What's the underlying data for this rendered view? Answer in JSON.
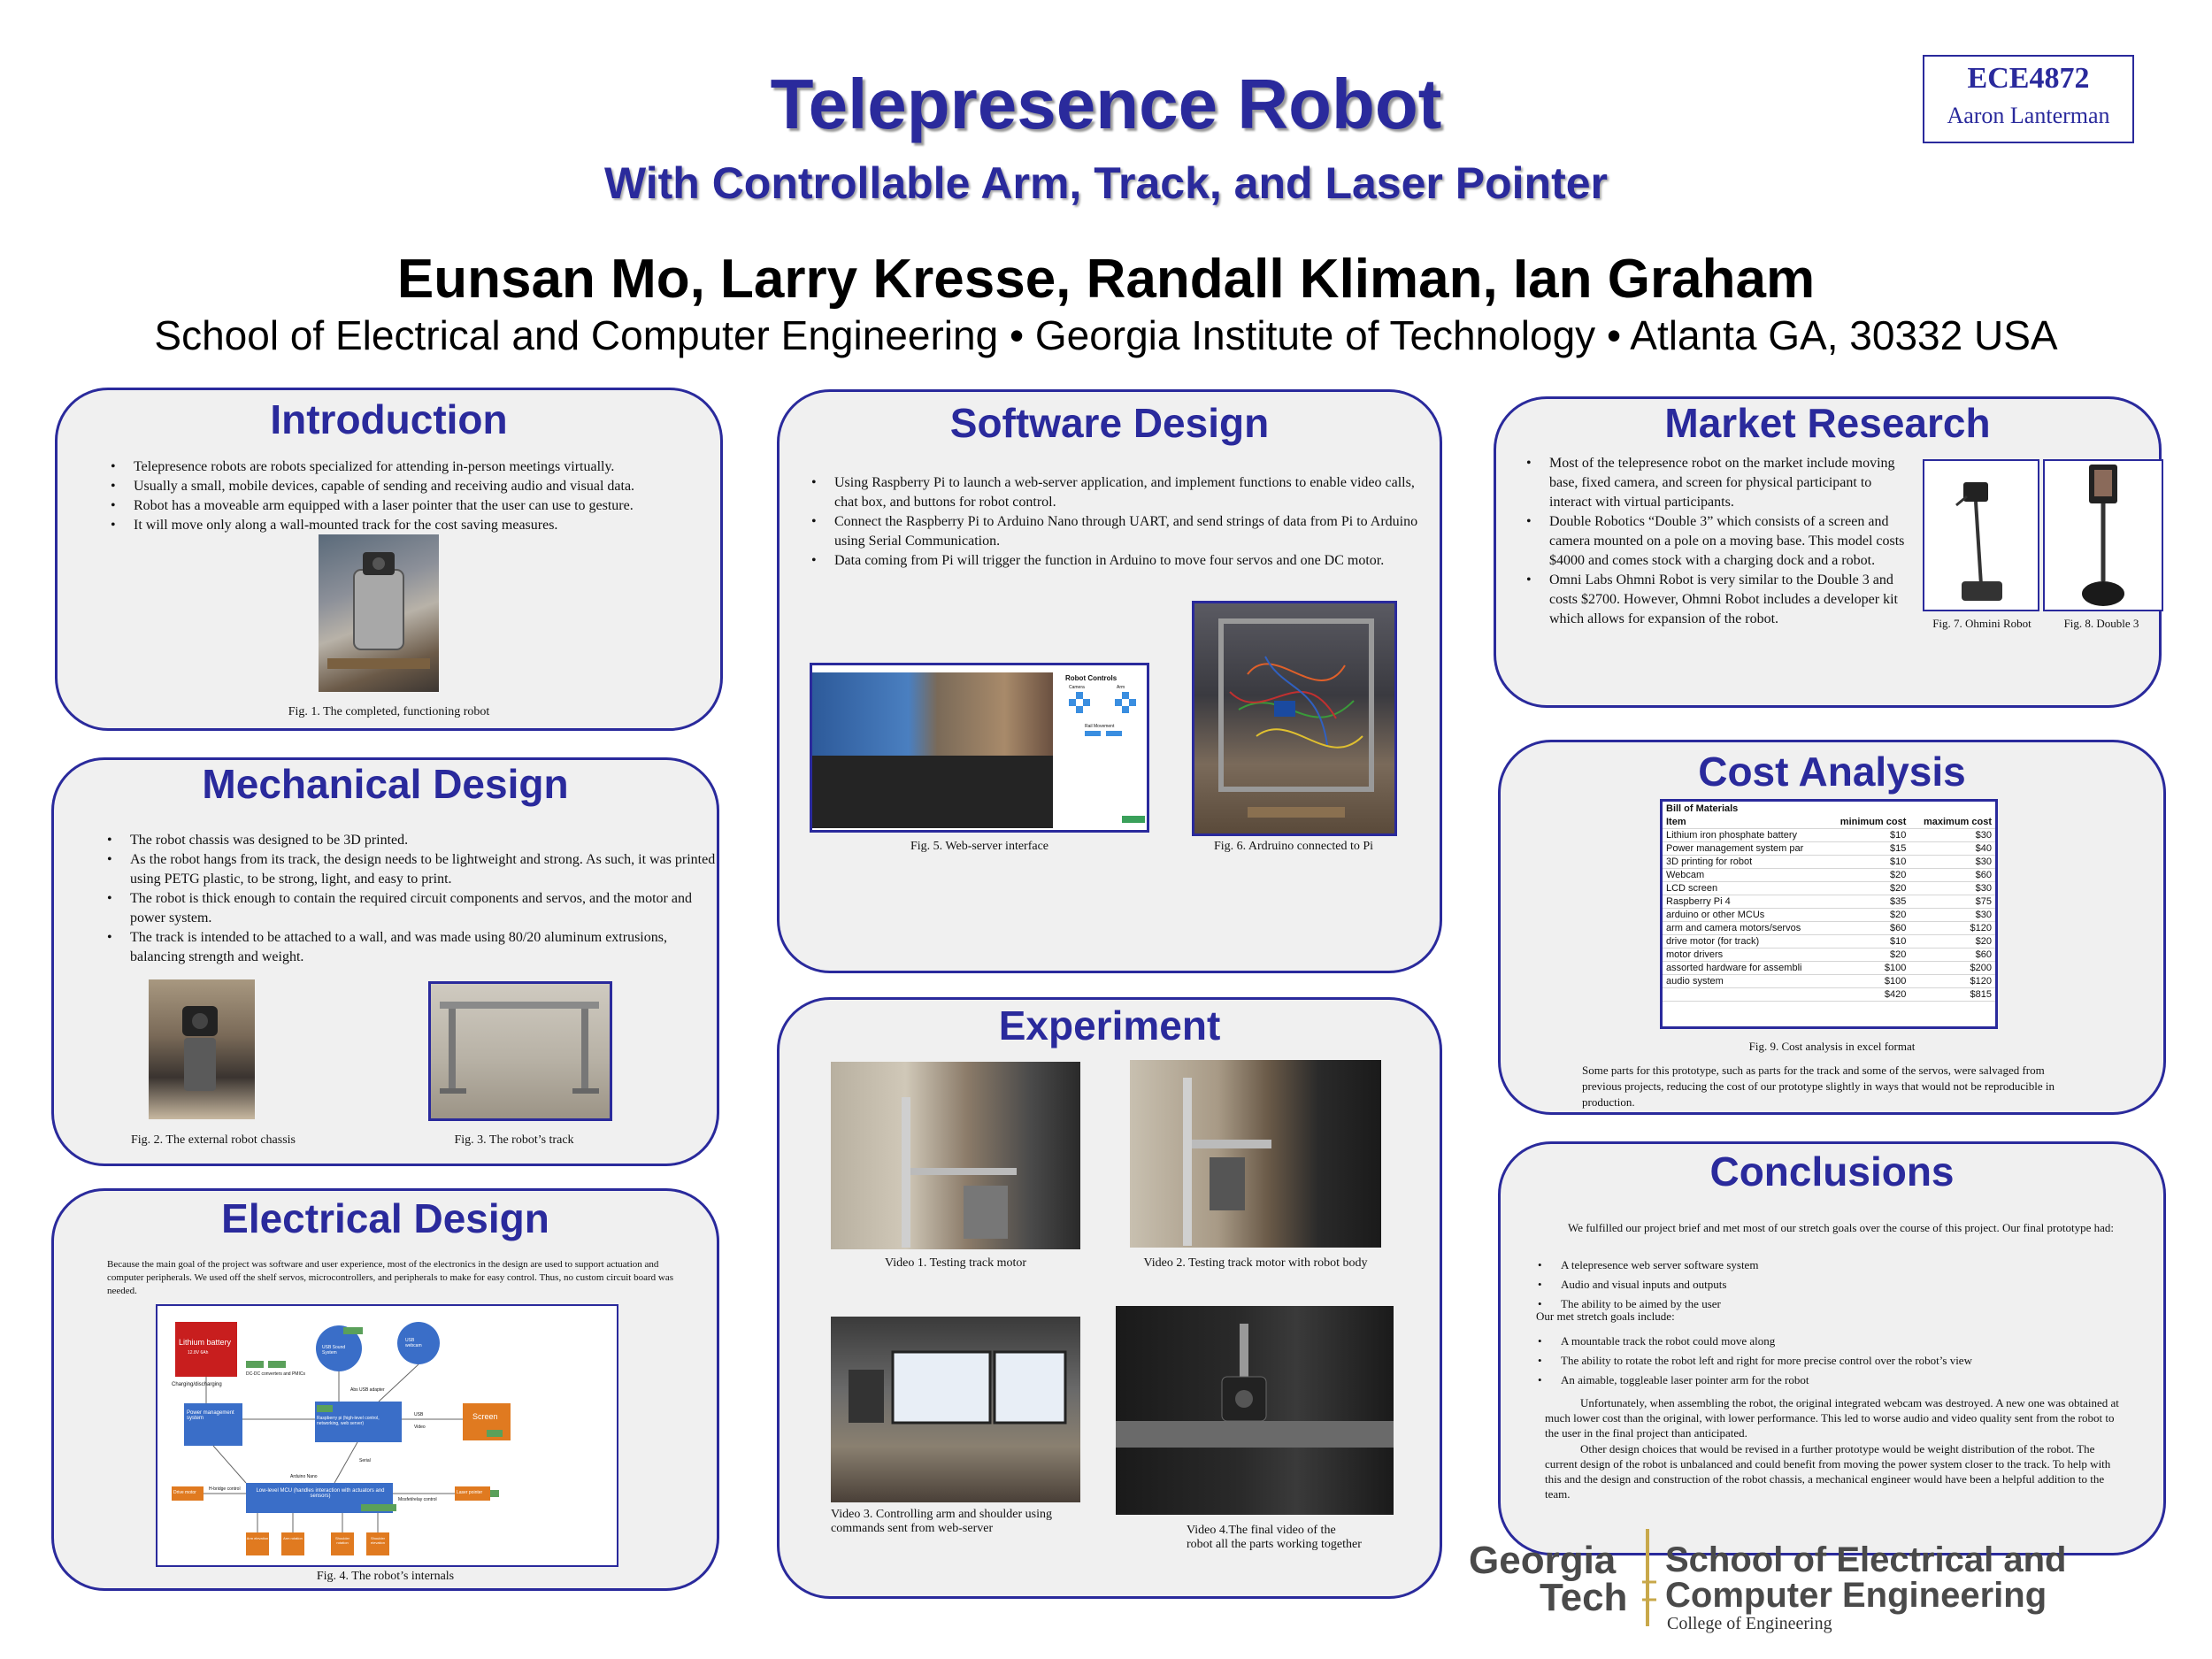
{
  "header": {
    "title": "Telepresence Robot",
    "subtitle": "With Controllable Arm, Track, and Laser Pointer",
    "authors": "Eunsan Mo, Larry Kresse, Randall Kliman, Ian Graham",
    "affiliation": "School of Electrical and Computer Engineering • Georgia Institute of Technology • Atlanta GA, 30332  USA",
    "course_code": "ECE4872",
    "course_instructor": "Aaron Lanterman"
  },
  "intro": {
    "heading": "Introduction",
    "bullets": [
      "Telepresence robots are robots specialized for attending in-person meetings virtually.",
      "Usually a small, mobile devices, capable of sending and receiving audio and visual data.",
      "Robot has a moveable arm equipped with a laser pointer that the user can use to gesture.",
      "It will move only along a wall-mounted track for the cost saving measures."
    ],
    "fig1": "Fig.  1. The completed, functioning robot"
  },
  "mech": {
    "heading": "Mechanical Design",
    "bullets": [
      "The robot chassis was designed to be 3D printed.",
      "As the robot hangs from its track, the design needs to be lightweight and strong. As such, it was printed using PETG plastic, to be strong, light, and easy to print.",
      "The robot is thick enough to contain the required circuit components and servos, and the motor and power system.",
      "The track is intended to be attached to a wall, and was made using 80/20 aluminum extrusions, balancing strength and weight."
    ],
    "fig2": "Fig.  2. The external robot chassis",
    "fig3": "Fig.  3. The robot’s track"
  },
  "elec": {
    "heading": "Electrical Design",
    "text": "Because the main goal of the project was software and user experience, most of the electronics in the design are used to support actuation and computer peripherals. We used off the shelf servos, microcontrollers, and peripherals to make for easy control. Thus, no custom circuit board was needed.",
    "fig4": "Fig.  4. The robot’s internals",
    "diagram": {
      "battery": "Lithium battery",
      "battery_sub": "12.8V 6Ah",
      "charging": "Charging/discharging",
      "dcdc": "DC-DC converters and PMICs",
      "power": "Power management system",
      "rpi": "Raspberry pi (high-level control, networking, web server)",
      "webcam": "USB webcam",
      "usb_sound": "USB Sound System",
      "adapter": "Abs USB adapter",
      "screen": "Screen",
      "usb": "USB",
      "video": "Video",
      "serial": "Serial",
      "nano": "Arduino Nano",
      "mcu": "Low-level MCU (handles interaction with actuators and sensors)",
      "drive": "Drive motor",
      "hbridge": "H-bridge control",
      "laser": "Laser pointer",
      "mosfet": "Mosfet/relay control",
      "servos": [
        "Arm elevation",
        "Arm rotation",
        "Shoulder rotation",
        "Shoulder elevation"
      ]
    }
  },
  "software": {
    "heading": "Software Design",
    "bullets": [
      "Using Raspberry Pi to launch a web-server application, and implement functions to enable video calls, chat box, and buttons for robot control.",
      "Connect the Raspberry Pi to Arduino Nano through UART, and send strings of data from Pi to Arduino using Serial Communication.",
      "Data coming from Pi will trigger the function in Arduino to move four servos and one DC motor."
    ],
    "ui_title": "Robot Controls",
    "ui_camera": "Camera",
    "ui_arm": "Arm",
    "ui_rail": "Rail Movement",
    "fig5": "Fig.  5. Web-server interface",
    "fig6": "Fig.  6. Ardruino connected to Pi"
  },
  "experiment": {
    "heading": "Experiment",
    "v1": "Video 1. Testing track motor",
    "v2": "Video 2. Testing track motor with robot body",
    "v3": "Video 3. Controlling arm and shoulder using commands sent from web-server",
    "v4": "Video 4.The final video of the robot all the parts working together"
  },
  "market": {
    "heading": "Market Research",
    "bullets": [
      "Most of the telepresence robot on the market include moving base, fixed camera, and screen for physical participant to interact with virtual participants.",
      "Double Robotics “Double 3” which consists of a screen and camera mounted on a pole on a moving base. This model costs $4000 and comes stock with a charging dock and a robot.",
      "Omni Labs Ohmni Robot is very similar to the Double 3 and costs $2700.  However, Ohmni Robot includes a developer kit which allows for expansion of the robot."
    ],
    "fig7": "Fig. 7. Ohmini Robot",
    "fig8": "Fig. 8. Double 3"
  },
  "cost": {
    "heading": "Cost Analysis",
    "table_title": "Bill of Materials",
    "headers": [
      "Item",
      "minimum cost",
      "maximum cost"
    ],
    "rows": [
      [
        "Lithium iron phosphate battery",
        "$10",
        "$30"
      ],
      [
        "Power management system par",
        "$15",
        "$40"
      ],
      [
        "3D printing for robot",
        "$10",
        "$30"
      ],
      [
        "Webcam",
        "$20",
        "$60"
      ],
      [
        "LCD screen",
        "$20",
        "$30"
      ],
      [
        "Raspberry Pi 4",
        "$35",
        "$75"
      ],
      [
        "arduino or other MCUs",
        "$20",
        "$30"
      ],
      [
        "arm and camera motors/servos",
        "$60",
        "$120"
      ],
      [
        "drive motor (for track)",
        "$10",
        "$20"
      ],
      [
        "motor drivers",
        "$20",
        "$60"
      ],
      [
        "assorted hardware for assembli",
        "$100",
        "$200"
      ],
      [
        "audio system",
        "$100",
        "$120"
      ],
      [
        "",
        "$420",
        "$815"
      ]
    ],
    "fig9": "Fig. 9. Cost analysis in excel format",
    "note": "Some parts for this prototype, such as parts for the track and some of the servos, were salvaged from previous projects, reducing the cost of our prototype slightly in ways that would not be reproducible in production."
  },
  "conclusions": {
    "heading": "Conclusions",
    "intro": "We fulfilled our project brief and met most of our stretch goals over the course of this project. Our final prototype had:",
    "had": [
      "A telepresence web server software system",
      "Audio and visual inputs and outputs",
      "The ability to be aimed by the user"
    ],
    "stretch_label": "Our met stretch goals include:",
    "stretch": [
      "A  mountable track the robot could move along",
      "The ability to rotate the robot left and right for more precise control over the robot’s view",
      "An aimable, toggleable laser pointer arm for the robot"
    ],
    "p1": "Unfortunately, when assembling the robot, the original integrated webcam was destroyed. A new one was obtained at much lower cost than the original, with lower performance. This led to worse audio and video quality sent from the robot to the user in the final project than anticipated.",
    "p2": "Other design choices that would be revised in a further prototype would be weight distribution of the robot. The current design of the robot is unbalanced and could benefit from moving the power system closer to the track. To help with this and the design and construction of the robot chassis, a mechanical engineer would have been a helpful addition to the team."
  },
  "logo": {
    "gt1": "Georgia",
    "gt2": "Tech",
    "school1": "School of Electrical and",
    "school2": "Computer Engineering",
    "college": "College of Engineering"
  }
}
